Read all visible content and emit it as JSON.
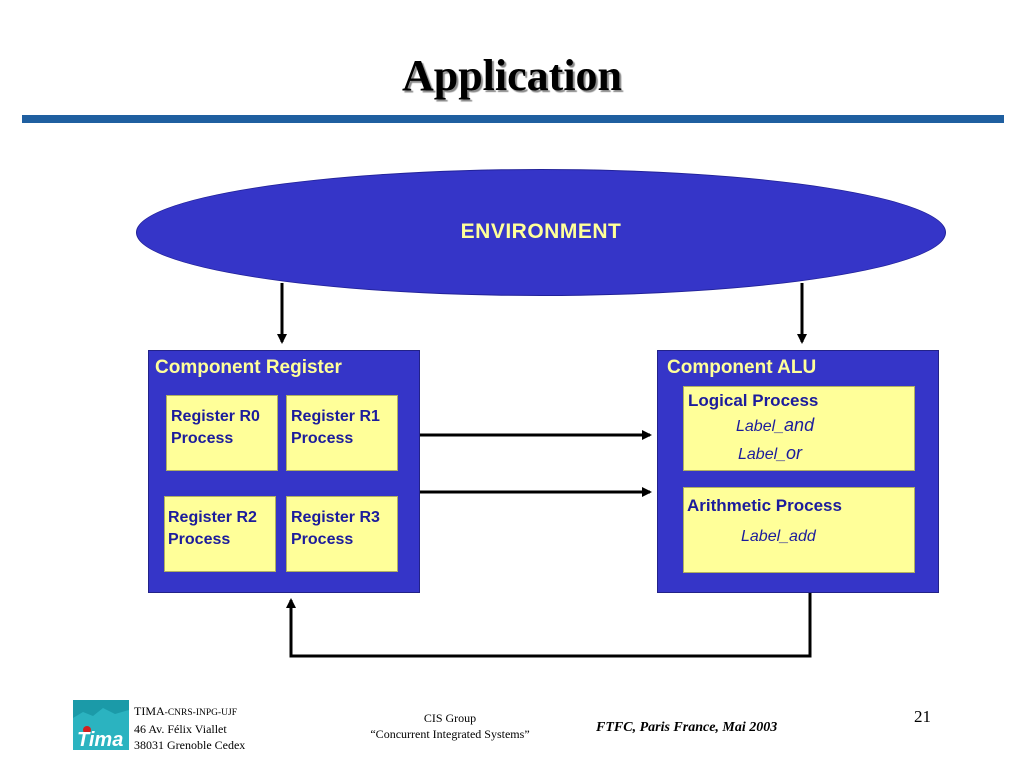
{
  "slide": {
    "title": "Application"
  },
  "diagram": {
    "environment": "ENVIRONMENT",
    "component_register": {
      "title": "Component Register",
      "registers": [
        {
          "line1": "Register R0",
          "line2": "Process"
        },
        {
          "line1": "Register R1",
          "line2": "Process"
        },
        {
          "line1": "Register R2",
          "line2": "Process"
        },
        {
          "line1": "Register R3",
          "line2": "Process"
        }
      ]
    },
    "component_alu": {
      "title": "Component ALU",
      "logical": {
        "title": "Logical Process",
        "label_and_prefix": "Label_",
        "label_and_suffix": "and",
        "label_or_prefix": "Label_",
        "label_or_suffix": "or"
      },
      "arithmetic": {
        "title": "Arithmetic Process",
        "label_add": "Label_add"
      }
    }
  },
  "footer": {
    "logo_text": "Tima",
    "org_name": "TIMA",
    "org_suffix": "-CNRS-INPG-UJF",
    "address_line": "46 Av. Félix Viallet",
    "city_line": "38031 Grenoble Cedex",
    "group": "CIS Group",
    "group_subtitle": "“Concurrent Integrated Systems”",
    "conference": "FTFC, Paris France, Mai 2003",
    "page_number": "21"
  }
}
